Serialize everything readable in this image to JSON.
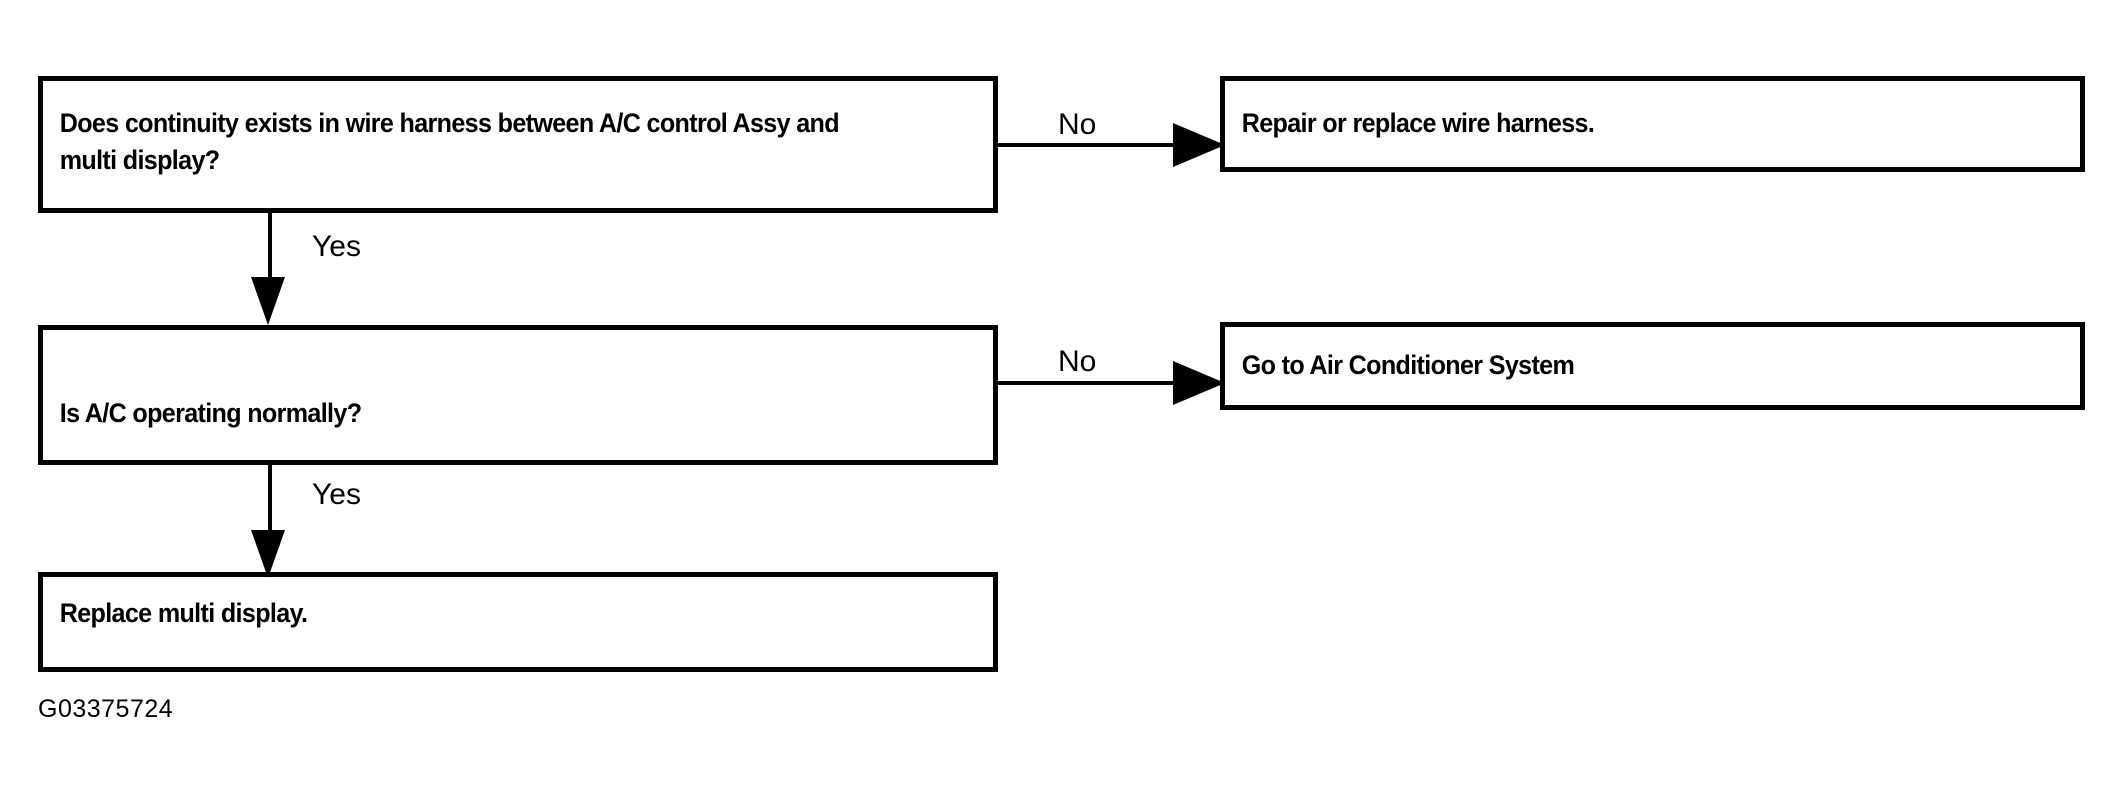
{
  "diagram": {
    "type": "flowchart",
    "caption": "G03375724",
    "nodes": [
      {
        "id": "continuity",
        "kind": "decision",
        "text": "Does continuity exists in wire harness between A/C control Assy and\nmulti display?"
      },
      {
        "id": "repair",
        "kind": "action",
        "text": "Repair or replace wire harness."
      },
      {
        "id": "acop",
        "kind": "decision",
        "text": "Is A/C operating normally?"
      },
      {
        "id": "goto-ac",
        "kind": "action",
        "text": "Go to Air Conditioner System"
      },
      {
        "id": "replace",
        "kind": "action",
        "text": "Replace multi display."
      }
    ],
    "edges": [
      {
        "id": "no1",
        "from": "continuity",
        "to": "repair",
        "label": "No",
        "direction": "right"
      },
      {
        "id": "yes1",
        "from": "continuity",
        "to": "acop",
        "label": "Yes",
        "direction": "down"
      },
      {
        "id": "no2",
        "from": "acop",
        "to": "goto-ac",
        "label": "No",
        "direction": "right"
      },
      {
        "id": "yes2",
        "from": "acop",
        "to": "replace",
        "label": "Yes",
        "direction": "down"
      }
    ],
    "colors": {
      "stroke": "#000000",
      "fill": "#ffffff",
      "text": "#000000"
    }
  }
}
